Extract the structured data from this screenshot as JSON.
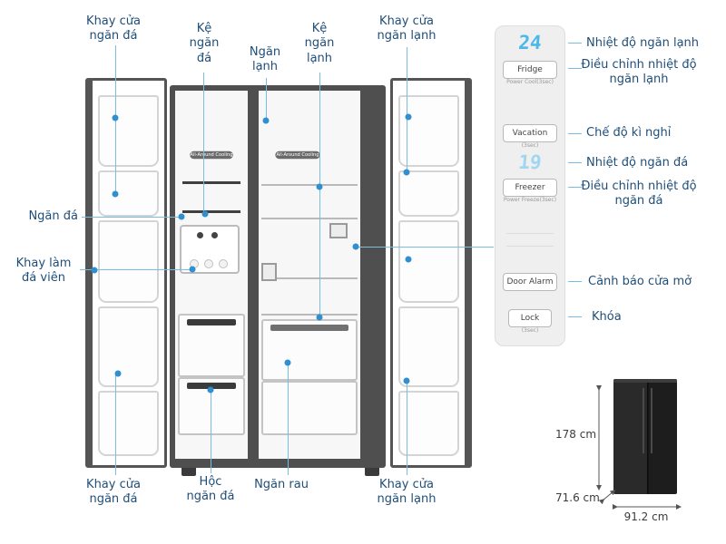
{
  "labels": {
    "freezer_door_tray_top": "Khay cửa\nngăn đá",
    "freezer_shelf": "Kệ\nngăn\nđá",
    "cooler": "Ngăn\nlạnh",
    "cooler_shelf": "Kệ\nngăn\nlạnh",
    "cooler_door_tray_top": "Khay cửa\nngăn lạnh",
    "freezer": "Ngăn đá",
    "ice_tray": "Khay làm\nđá viên",
    "freezer_door_tray_bottom": "Khay cửa\nngăn đá",
    "freezer_drawer": "Hộc\nngăn đá",
    "veg_drawer": "Ngăn rau",
    "cooler_door_tray_bottom": "Khay cửa\nngăn lạnh",
    "fridge_temp": "Nhiệt độ ngăn lạnh",
    "fridge_temp_adjust": "Điều chỉnh nhiệt độ\nngăn lạnh",
    "vacation_mode": "Chế độ kì nghỉ",
    "freezer_temp": "Nhiệt độ ngăn đá",
    "freezer_temp_adjust": "Điều chỉnh nhiệt độ\nngăn đá",
    "door_alarm": "Cảnh báo cửa mở",
    "lock": "Khóa"
  },
  "control_panel": {
    "fridge_display": "24",
    "freezer_display": "19",
    "fridge_button": "Fridge",
    "fridge_button_sub": "Power Cool(3sec)",
    "vacation_button": "Vacation",
    "vacation_button_sub": "(3sec)",
    "freezer_button": "Freezer",
    "freezer_button_sub": "Power Freeze(3sec)",
    "door_alarm_button": "Door Alarm",
    "lock_button": "Lock",
    "lock_button_sub": "(3sec)"
  },
  "interior": {
    "cooling_label_freezer": "All-Around Cooling",
    "cooling_label_fridge": "All-Around Cooling"
  },
  "dimensions": {
    "height": "178 cm",
    "depth": "71.6 cm",
    "width": "91.2 cm"
  },
  "colors": {
    "label_text": "#1f4e79",
    "callout_line": "#79bde2",
    "callout_dot": "#2f8fd0",
    "display_digits": "#4ab9e9",
    "display_digits_dim": "#9ed7ef",
    "panel_bg": "#efefef",
    "fridge_frame": "#4f4f4f",
    "mini_fridge": "#1d1d1d"
  }
}
